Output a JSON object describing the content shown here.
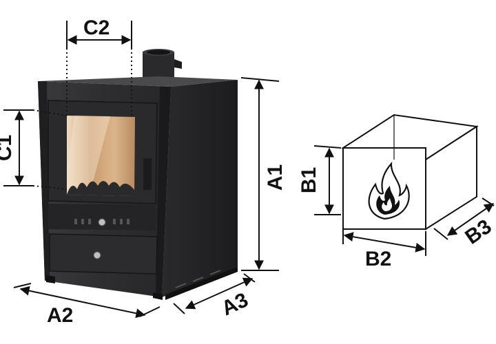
{
  "dimensions": {
    "a1": "A1",
    "a2": "A2",
    "a3": "A3",
    "b1": "B1",
    "b2": "B2",
    "b3": "B3",
    "c1": "C1",
    "c2": "C2"
  },
  "icons": {
    "combustion_chamber": "flame-icon"
  },
  "colors": {
    "stove_body": "#2b2b2d",
    "stove_side": "#202022",
    "window_glow": "#c89a70",
    "dimension_line": "#111111"
  }
}
